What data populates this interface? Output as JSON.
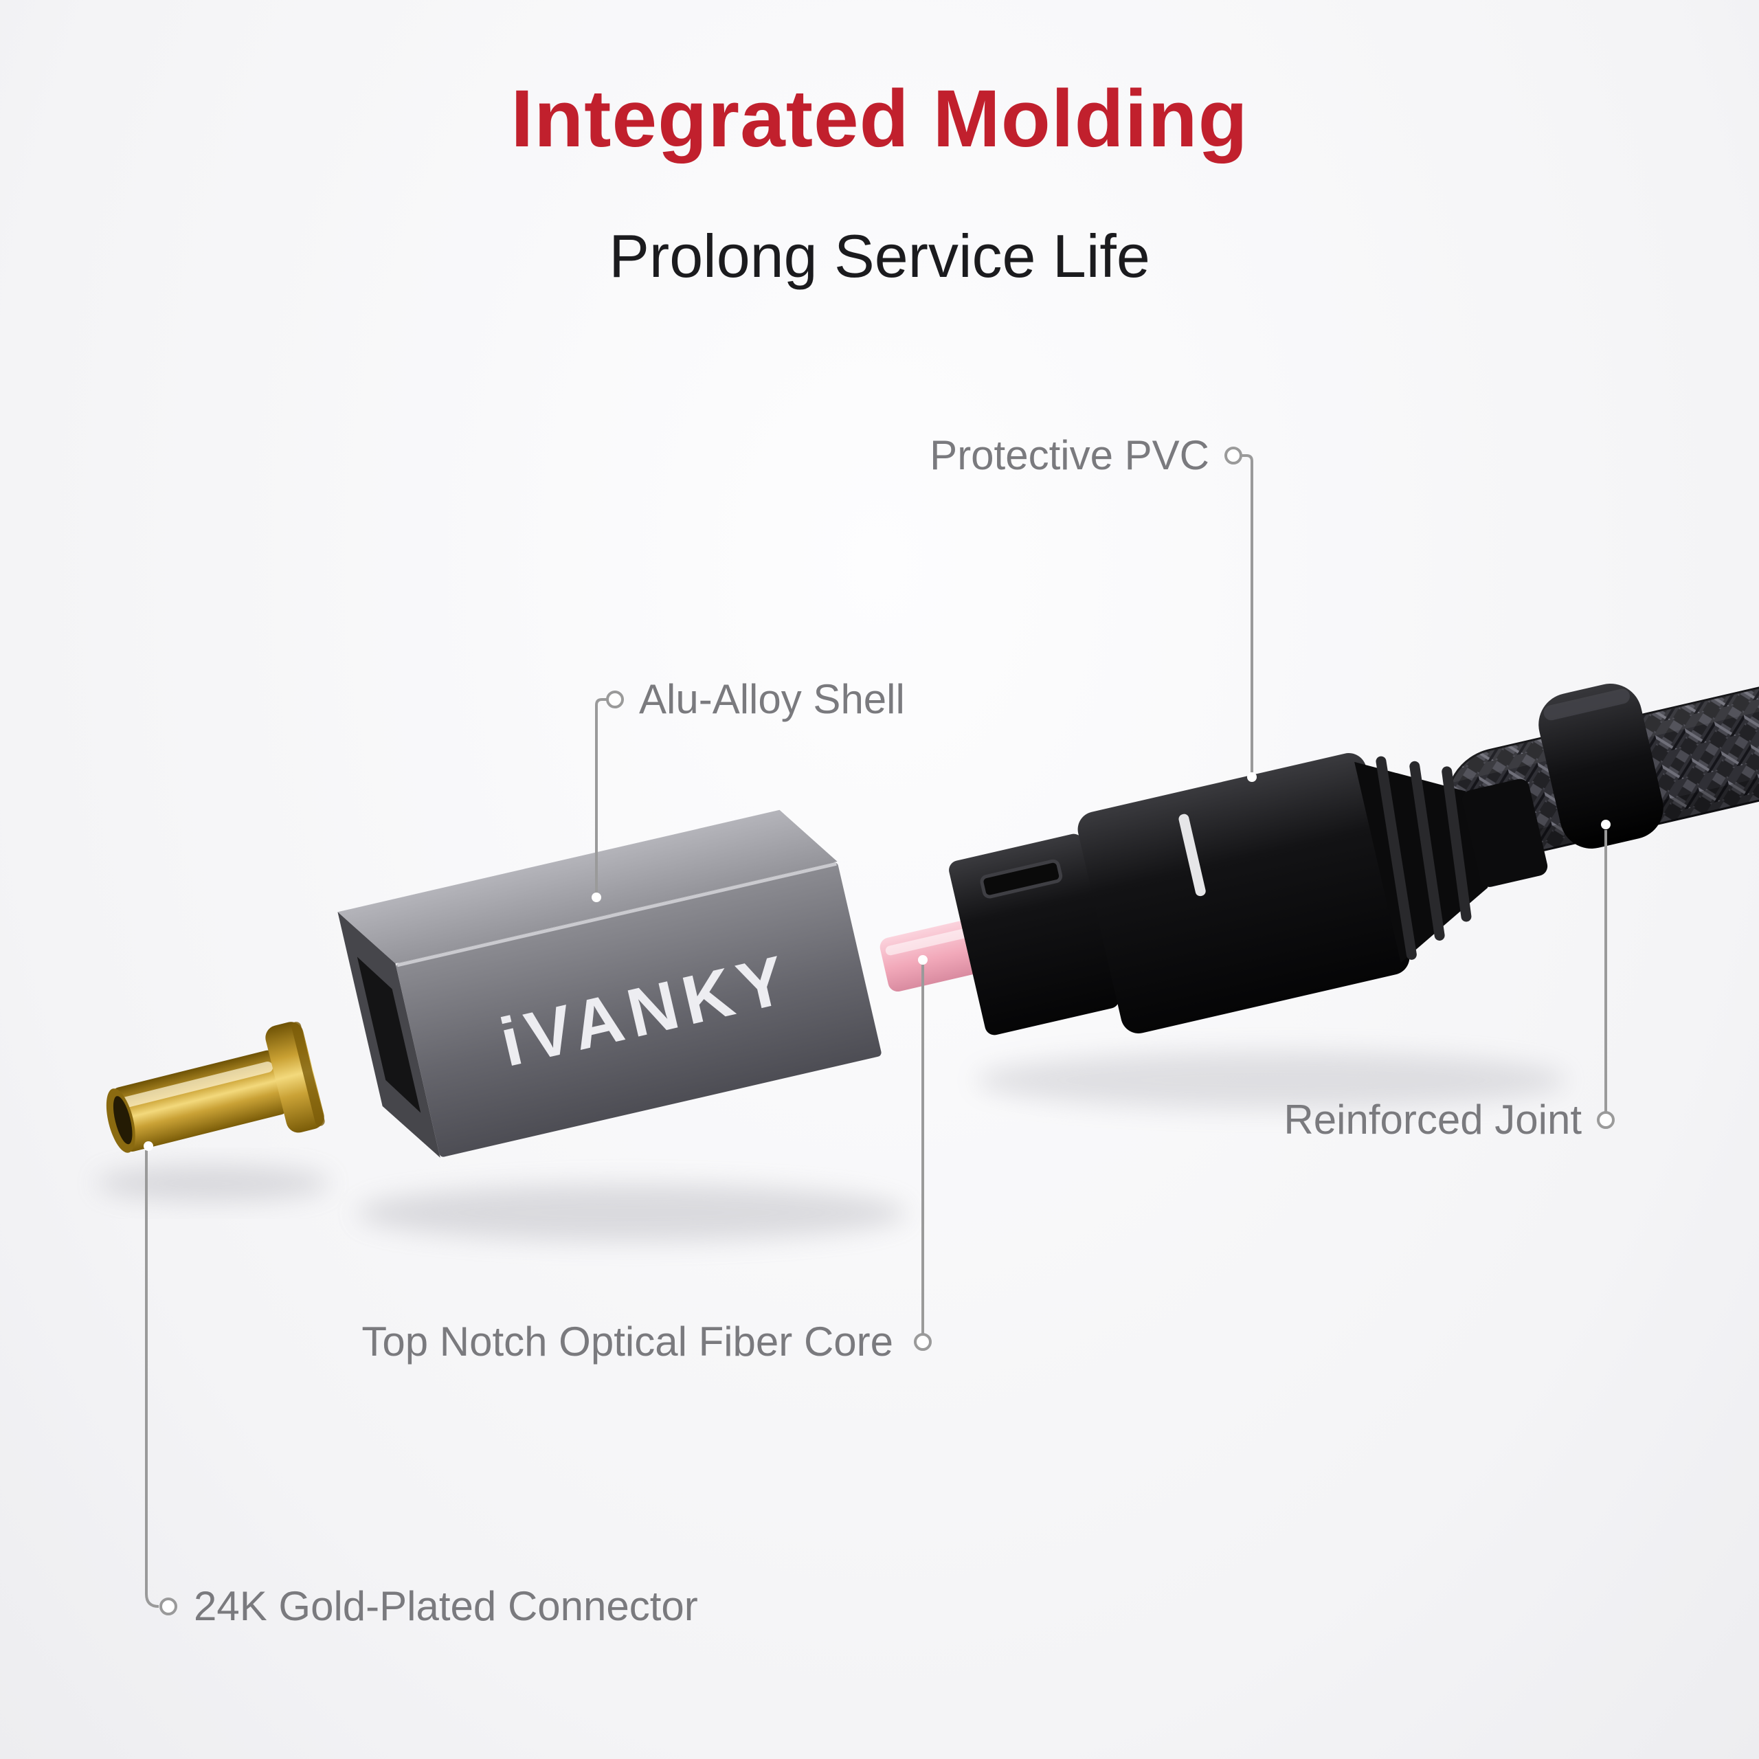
{
  "header": {
    "title": "Integrated Molding",
    "subtitle": "Prolong Service Life"
  },
  "labels": {
    "protective_pvc": "Protective PVC",
    "alu_alloy_shell": "Alu-Alloy Shell",
    "reinforced_joint": "Reinforced Joint",
    "optical_fiber_core": "Top Notch Optical Fiber Core",
    "gold_connector": "24K Gold-Plated Connector"
  },
  "brand": {
    "logo": "iVANKY"
  },
  "colors": {
    "title_red": "#c1202d",
    "subtitle_dark": "#1b1b1e",
    "label_gray": "#7a7a7e",
    "leader_gray": "#9a9a9a",
    "gold": "#d9b04a",
    "shell_gray": "#6b6b72",
    "connector_black": "#0d0d0f",
    "fiber_pink": "#f2a9ba"
  }
}
